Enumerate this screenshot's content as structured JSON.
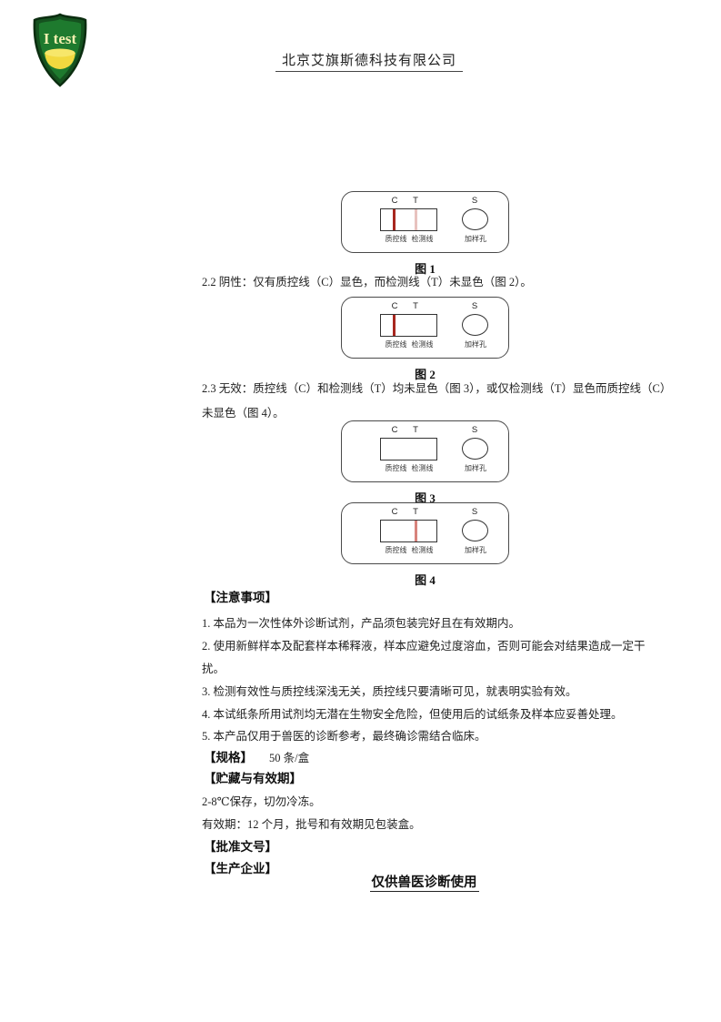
{
  "logo": {
    "text": "I test"
  },
  "header": {
    "company": "北京艾旗斯德科技有限公司"
  },
  "sections": {
    "result_2_2": "2.2 阴性：仅有质控线（C）显色，而检测线（T）未显色（图 2）。",
    "result_2_3_line1": "2.3 无效：质控线（C）和检测线（T）均未显色（图 3），或仅检测线（T）显色而质控线（C）",
    "result_2_3_line2": "未显色（图 4）。"
  },
  "figures": [
    {
      "caption": "图 1",
      "c": "C",
      "t": "T",
      "s": "S",
      "control_line_label": "质控线",
      "test_line_label": "检测线",
      "sample_well_label": "加样孔",
      "lines": "C 强显色，T 弱显色"
    },
    {
      "caption": "图 2",
      "c": "C",
      "t": "T",
      "s": "S",
      "control_line_label": "质控线",
      "test_line_label": "检测线",
      "sample_well_label": "加样孔",
      "lines": "仅 C 显色"
    },
    {
      "caption": "图 3",
      "c": "C",
      "t": "T",
      "s": "S",
      "control_line_label": "质控线",
      "test_line_label": "检测线",
      "sample_well_label": "加样孔",
      "lines": "无显色"
    },
    {
      "caption": "图 4",
      "c": "C",
      "t": "T",
      "s": "S",
      "control_line_label": "质控线",
      "test_line_label": "检测线",
      "sample_well_label": "加样孔",
      "lines": "仅 T 显色"
    }
  ],
  "notes": {
    "title": "【注意事项】",
    "lines": [
      "1. 本品为一次性体外诊断试剂，产品须包装完好且在有效期内。",
      "2. 使用新鲜样本及配套样本稀释液，样本应避免过度溶血，否则可能会对结果造成一定干",
      "扰。",
      "3. 检测有效性与质控线深浅无关，质控线只要清晰可见，就表明实验有效。",
      "4. 本试纸条所用试剂均无潜在生物安全危险，但使用后的试纸条及样本应妥善处理。",
      "5. 本产品仅用于兽医的诊断参考，最终确诊需结合临床。"
    ]
  },
  "spec": {
    "label": "【规格】",
    "value": "50 条/盒"
  },
  "storage": {
    "title": "【贮藏与有效期】",
    "line1": "2-8℃保存，切勿冷冻。",
    "line2": "有效期：12 个月，批号和有效期见包装盒。"
  },
  "approval": {
    "title": "【批准文号】"
  },
  "manufacturer": {
    "title": "【生产企业】"
  },
  "footer": {
    "note": "仅供兽医诊断使用"
  },
  "colors": {
    "control_line_strong": "#a8271f",
    "test_line_faint": "#e8c2be",
    "test_line_weak": "#d8837c",
    "logo_green": "#1e7a2e",
    "logo_border": "#0b2d10",
    "logo_yellow": "#f2d93f"
  }
}
